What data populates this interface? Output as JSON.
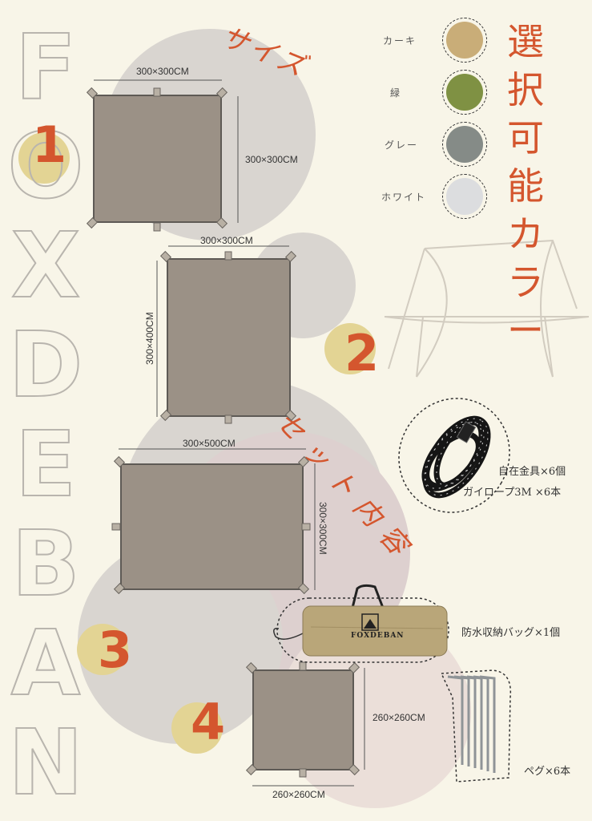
{
  "brand": {
    "name": "FOXDEBAN",
    "letters": [
      "F",
      "O",
      "X",
      "D",
      "E",
      "B",
      "A",
      "N"
    ]
  },
  "size_heading": "サイズ",
  "set_heading": "セット内容",
  "color_heading": [
    "選",
    "択",
    "可",
    "能",
    "カ",
    "ラ",
    "ー"
  ],
  "colors": [
    {
      "label": "カーキ",
      "hex": "#c9ad78"
    },
    {
      "label": "緑",
      "hex": "#7f9143"
    },
    {
      "label": "グレー",
      "hex": "#858b87"
    },
    {
      "label": "ホワイト",
      "hex": "#dcdddf"
    }
  ],
  "sizes": [
    {
      "number": "1",
      "top_dim": "300×300CM",
      "side_dim": "300×300CM"
    },
    {
      "number": "2",
      "top_dim": "300×300CM",
      "side_dim": "300×400CM"
    },
    {
      "number": "3",
      "top_dim": "300×500CM",
      "side_dim": "300×300CM"
    },
    {
      "number": "4",
      "side_dim": "260×260CM",
      "bottom_dim": "260×260CM"
    }
  ],
  "accessories": {
    "hardware": "自在金具×6個",
    "rope": "ガイロープ3M ×6本",
    "bag": "防水収納バッグ×1個",
    "pegs": "ペグ×6本"
  },
  "bag_logo": "FOXDEBAN"
}
